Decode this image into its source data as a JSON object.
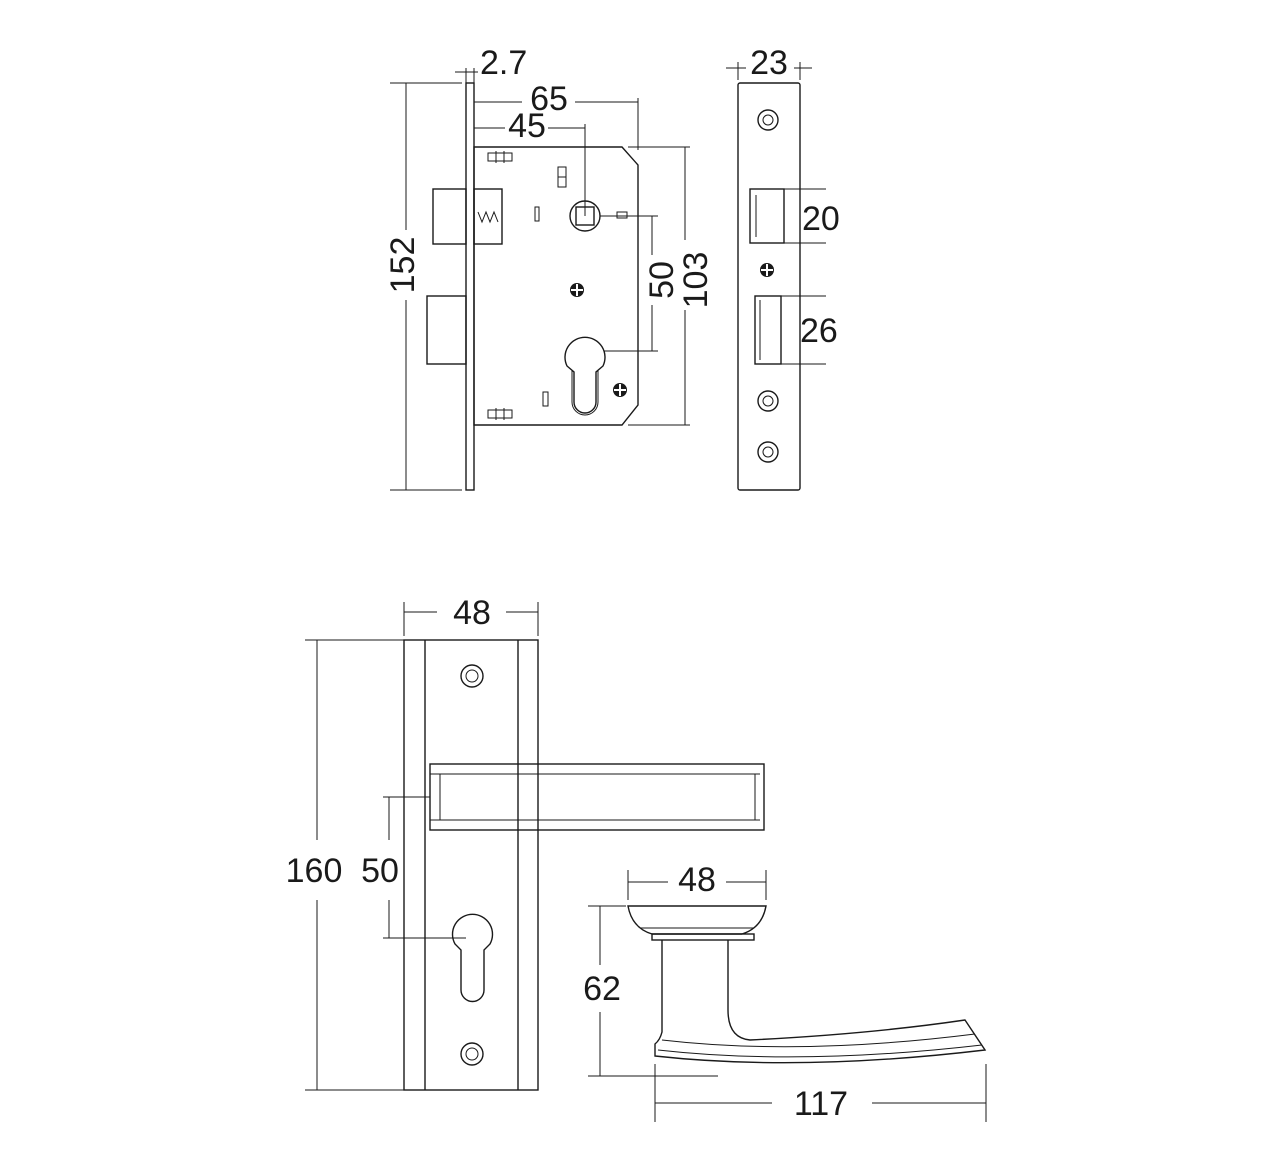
{
  "dimensions": {
    "lock_faceplate_thickness": "2.7",
    "lock_backset_total": "65",
    "lock_backset": "45",
    "lock_height": "152",
    "lock_body_height": "103",
    "lock_center_distance": "50",
    "faceplate_width": "23",
    "latch_height": "20",
    "deadbolt_height": "26",
    "backplate_width": "48",
    "backplate_height": "160",
    "backplate_center_distance": "50",
    "rose_diameter": "48",
    "lever_projection": "62",
    "lever_length": "117"
  }
}
